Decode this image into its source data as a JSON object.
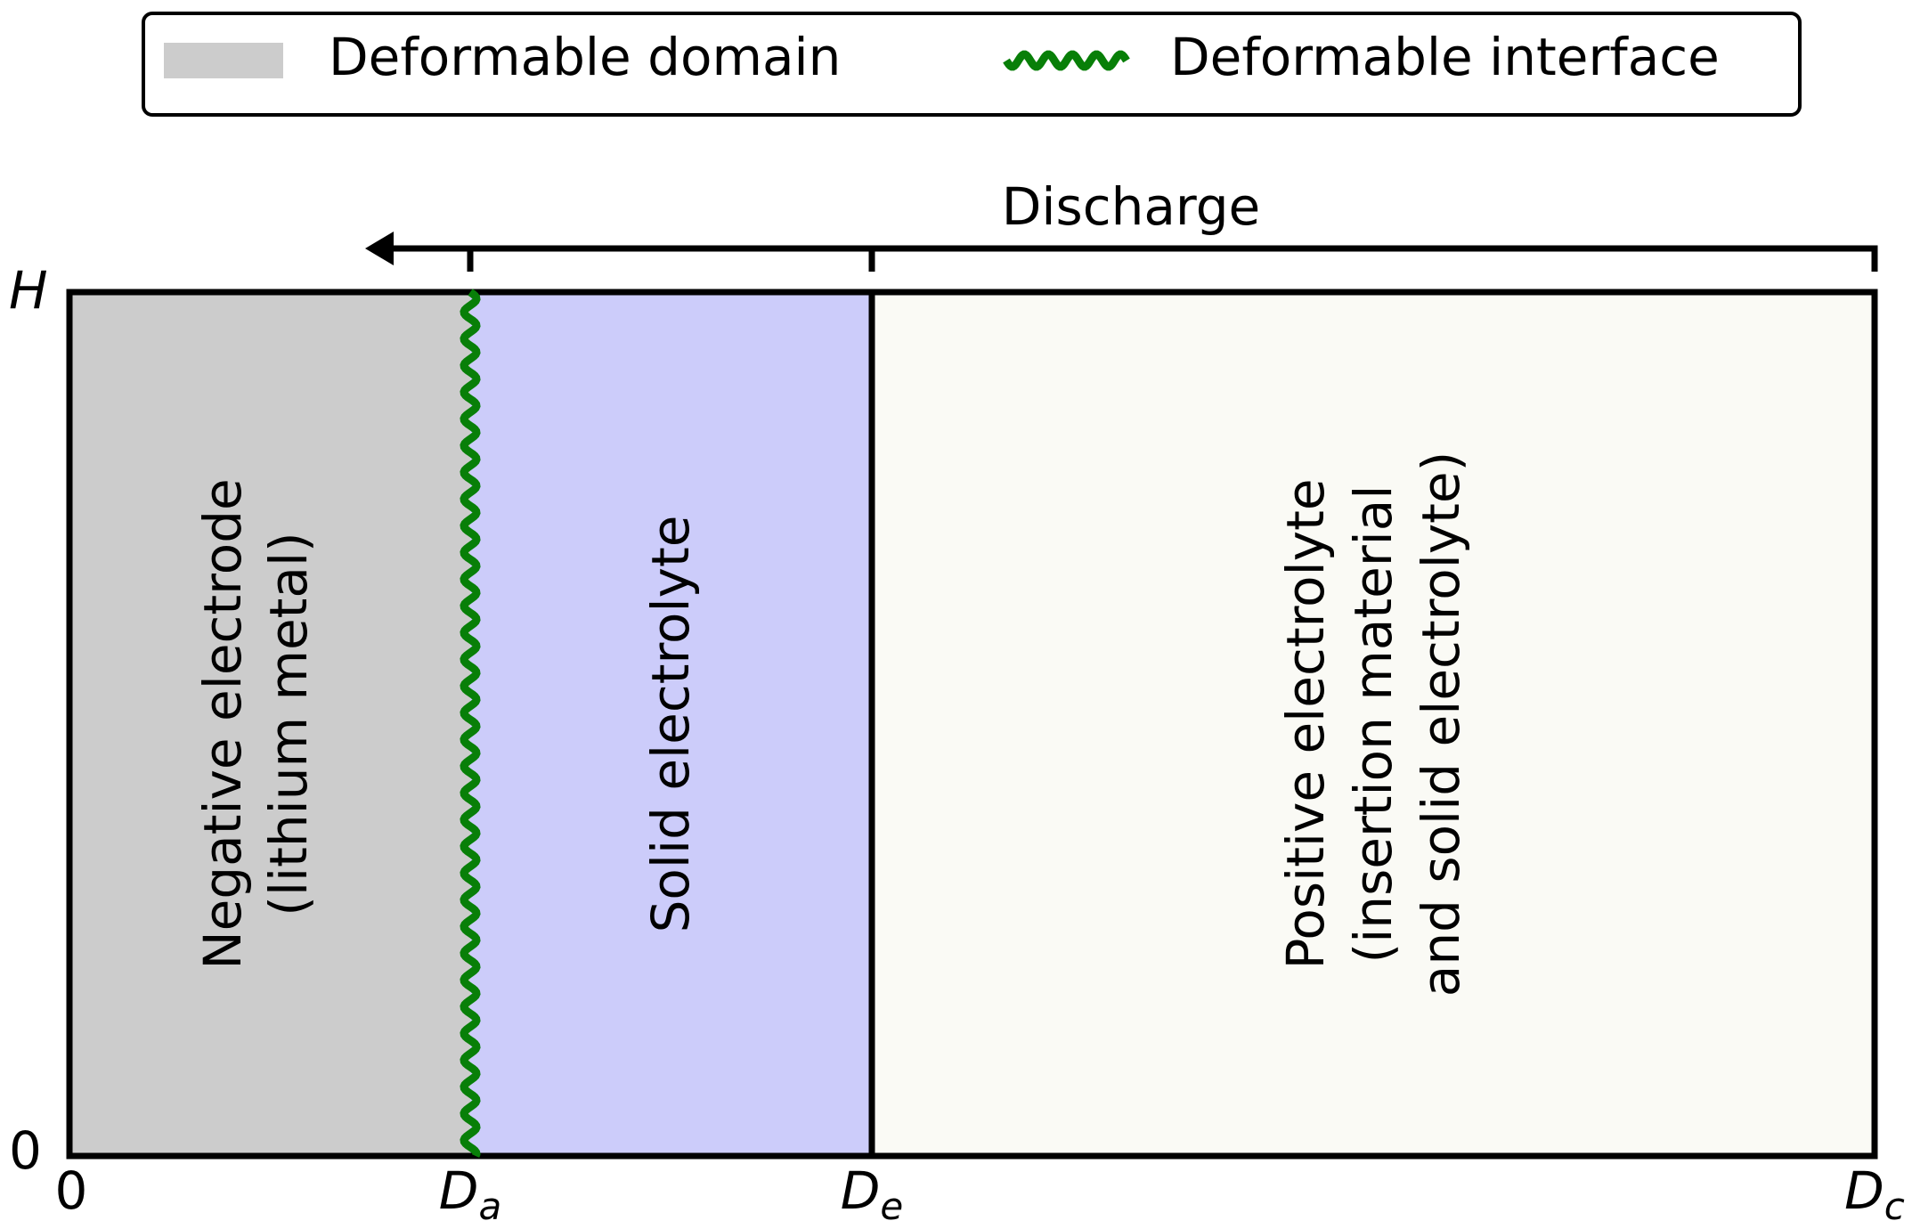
{
  "legend": {
    "domain_label": "Deformable domain",
    "interface_label": "Deformable interface"
  },
  "arrow": {
    "label": "Discharge"
  },
  "axis": {
    "y_top": "H",
    "y_bottom": "0",
    "x_origin": "0",
    "x_da_main": "D",
    "x_da_sub": "a",
    "x_de_main": "D",
    "x_de_sub": "e",
    "x_dc_main": "D",
    "x_dc_sub": "c"
  },
  "regions": {
    "negative": {
      "line1": "Negative electrode",
      "line2": "(lithium metal)"
    },
    "solid": {
      "line1": "Solid electrolyte"
    },
    "positive": {
      "line1": "Positive electrolyte",
      "line2": "(insertion material",
      "line3": "and solid electrolyte)"
    }
  },
  "colors": {
    "negative_fill": "#cccccc",
    "solid_fill": "#ccccfa",
    "positive_fill": "#fafaf5",
    "interface": "#087f08",
    "outline": "#000000"
  }
}
